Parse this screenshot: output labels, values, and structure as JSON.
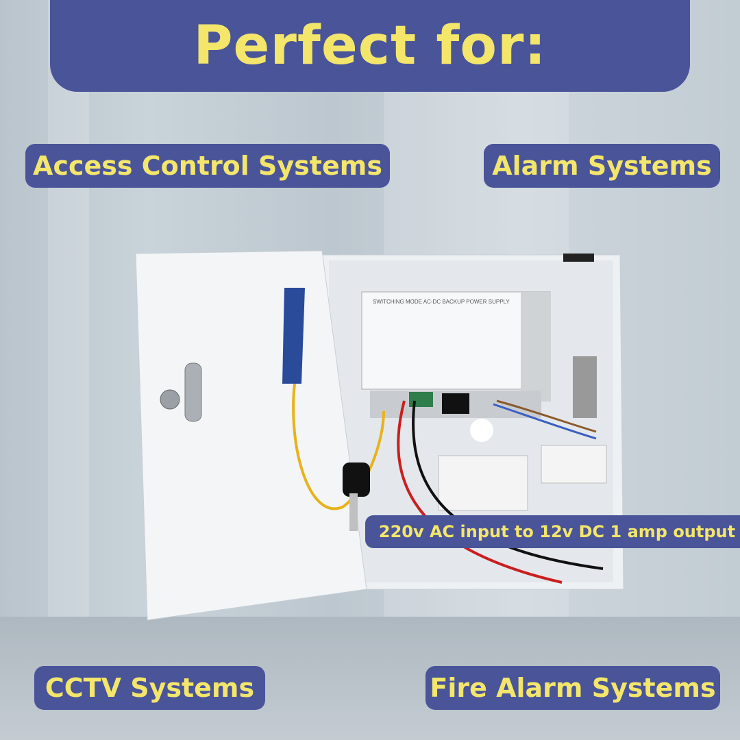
{
  "header": {
    "title": "Perfect for:"
  },
  "applications": [
    "Access Control Systems",
    "Alarm Systems",
    "CCTV Systems",
    "Fire Alarm Systems"
  ],
  "spec_callout": "220v AC input to 12v DC 1 amp output",
  "product_label": {
    "title": "SWITCHING MODE AC-DC BACKUP POWER SUPPLY"
  },
  "colors": {
    "banner": "#4a5499",
    "text": "#f3e66b"
  }
}
